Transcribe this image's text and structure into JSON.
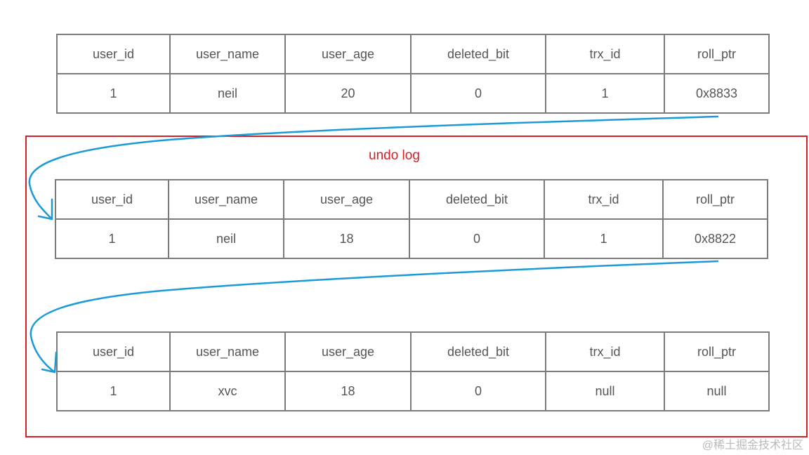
{
  "columns": [
    "user_id",
    "user_name",
    "user_age",
    "deleted_bit",
    "trx_id",
    "roll_ptr"
  ],
  "rows": [
    {
      "user_id": "1",
      "user_name": "neil",
      "user_age": "20",
      "deleted_bit": "0",
      "trx_id": "1",
      "roll_ptr": "0x8833"
    },
    {
      "user_id": "1",
      "user_name": "neil",
      "user_age": "18",
      "deleted_bit": "0",
      "trx_id": "1",
      "roll_ptr": "0x8822"
    },
    {
      "user_id": "1",
      "user_name": "xvc",
      "user_age": "18",
      "deleted_bit": "0",
      "trx_id": "null",
      "roll_ptr": "null"
    }
  ],
  "undo_log_label": "undo log",
  "watermark": "@稀土掘金技术社区",
  "colors": {
    "arrow": "#1a9bd7",
    "undo_border": "#d42027",
    "table_border": "#7b7b7b"
  }
}
